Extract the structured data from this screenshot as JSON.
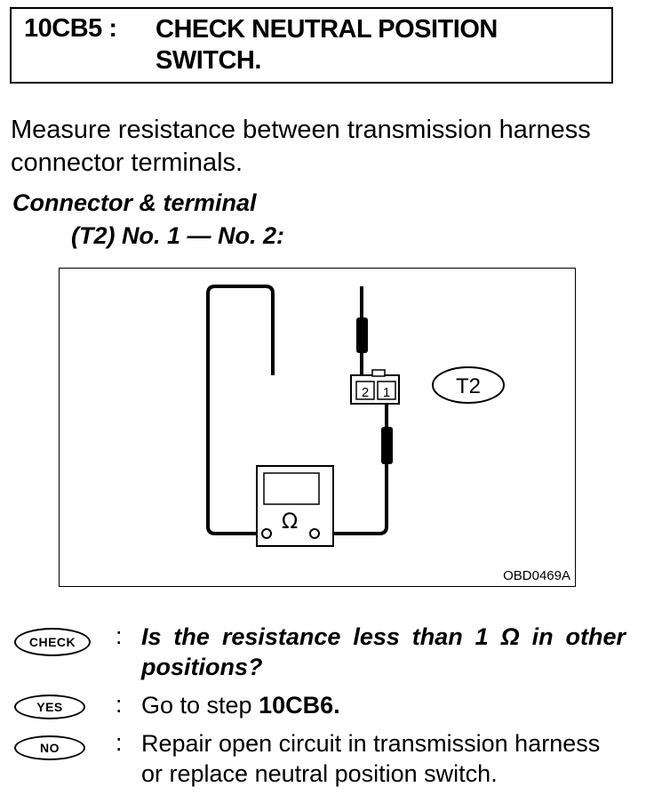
{
  "step": {
    "code": "10CB5 :",
    "title_line1": "CHECK NEUTRAL POSITION",
    "title_line2": "SWITCH."
  },
  "instruction": "Measure resistance between transmission harness connector terminals.",
  "connector": {
    "heading": "Connector & terminal",
    "spec": "(T2) No. 1 — No. 2:"
  },
  "diagram": {
    "connector_label": "T2",
    "pin_left": "2",
    "pin_right": "1",
    "meter_symbol": "Ω",
    "figure_id": "OBD0469A"
  },
  "check": {
    "badge": "CHECK",
    "colon": ":",
    "question": "Is the resistance less than 1 Ω in other positions?"
  },
  "yes": {
    "badge": "YES",
    "colon": ":",
    "text_prefix": "Go to step ",
    "step_ref": "10CB6."
  },
  "no": {
    "badge": "NO",
    "colon": ":",
    "text": "Repair open circuit in transmission harness or replace neutral position switch."
  }
}
